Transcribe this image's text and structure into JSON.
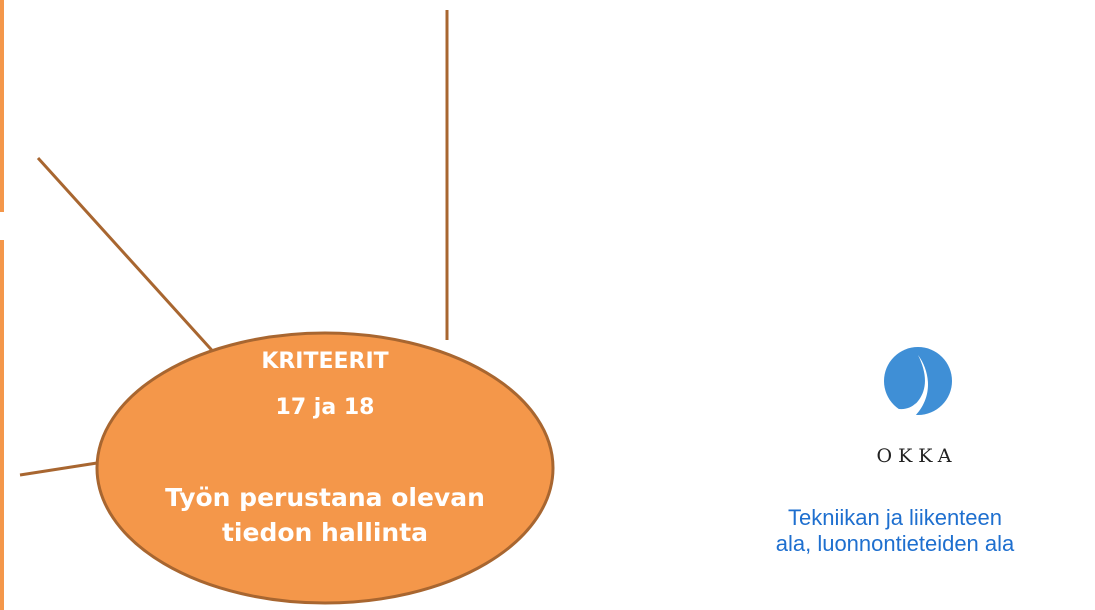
{
  "diagram": {
    "center": {
      "title": "KRITEERIT",
      "numbers": "17 ja 18",
      "topic": "Työn perustana olevan tiedon hallinta"
    }
  },
  "logo": {
    "wordmark": "OKKA",
    "icon": "okka-drop-icon"
  },
  "caption": {
    "field": "Tekniikan ja liikenteen ala, luonnontieteiden ala"
  },
  "colors": {
    "ellipse_fill": "#f4974a",
    "ellipse_stroke": "#a86630",
    "connector": "#a86630",
    "left_bar": "#f4974a",
    "logo_blue": "#3f8fd6",
    "caption_blue": "#1e6fcf"
  }
}
